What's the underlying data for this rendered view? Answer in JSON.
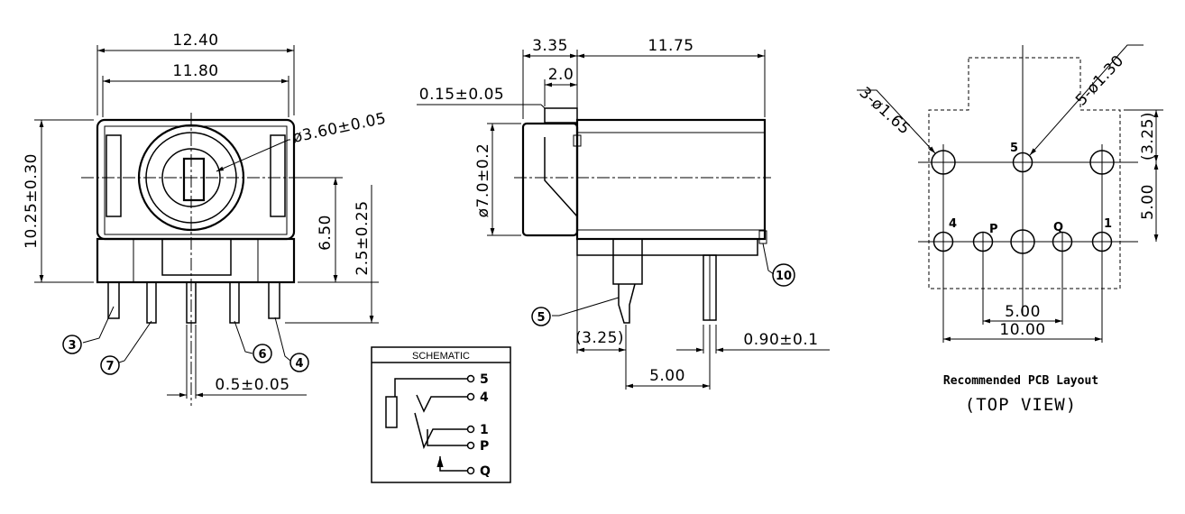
{
  "front_view": {
    "dims": {
      "width_outer": "12.40",
      "width_inner": "11.80",
      "height": "10.25±0.30",
      "hole": "ø3.60±0.05",
      "center_height": "6.50",
      "pin_height": "2.5±0.25",
      "pin_width": "0.5±0.05"
    },
    "callouts": [
      "3",
      "7",
      "6",
      "4"
    ]
  },
  "side_view": {
    "dims": {
      "nose_length": "3.35",
      "body_length": "11.75",
      "step": "2.0",
      "flange": "0.15±0.05",
      "nose_dia": "ø7.0±0.2",
      "pin_offset": "(3.25)",
      "pin_spacing": "5.00",
      "pin_thickness": "0.90±0.1"
    },
    "callouts": [
      "5",
      "10"
    ]
  },
  "schematic": {
    "title": "SCHEMATIC",
    "pins": [
      "5",
      "4",
      "1",
      "P",
      "Q"
    ]
  },
  "pcb_layout": {
    "dims": {
      "small_holes": "3-ø1.65",
      "large_holes": "5-ø1.30",
      "top_offset": "(3.25)",
      "row_spacing": "5.00",
      "inner_spacing": "5.00",
      "outer_spacing": "10.00"
    },
    "pin_labels": [
      "5",
      "4",
      "P",
      "Q",
      "1"
    ],
    "caption_line1": "Recommended PCB Layout",
    "caption_line2": "(TOP VIEW)"
  }
}
